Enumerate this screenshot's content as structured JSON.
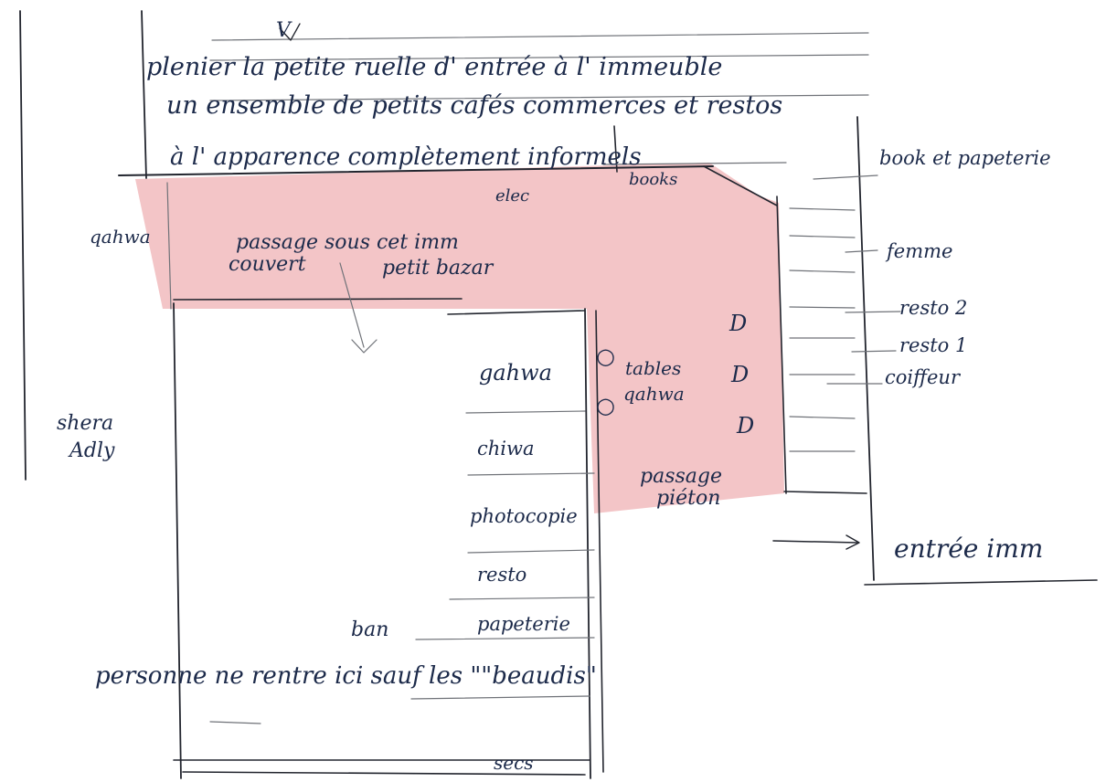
{
  "colors": {
    "highlight": "#f2c2c4",
    "ink": "#1c2a4a",
    "pencil": "#6f7278"
  },
  "header_note": {
    "arrow_mark": "V",
    "line1": "plenier la petite ruelle d' entrée à l' immeuble",
    "line2": "un ensemble de petits cafés commerces et restos",
    "line3": "à l' apparence complètement informels"
  },
  "passage": {
    "line1": "passage sous cet imm",
    "line2": "couvert",
    "line3": "petit bazar",
    "elec": "elec",
    "books": "books"
  },
  "left_labels": {
    "qahwa": "qahwa",
    "shera": "shera",
    "adly": "Adly"
  },
  "column_labels": [
    "gahwa",
    "chiwa",
    "photocopie",
    "resto",
    "papeterie"
  ],
  "tables": {
    "line1": "tables",
    "line2": "qahwa",
    "circle_icon": "○",
    "chair_icon": "D"
  },
  "pedestrian": {
    "line1": "passage",
    "line2": "piéton"
  },
  "right_labels": [
    "book et papeterie",
    "femme",
    "resto 2",
    "resto 1",
    "coiffeur"
  ],
  "entry": "entrée imm",
  "bottom_note": {
    "ban": "ban",
    "sentence": "personne ne rentre ici sauf les \"\"beaudis\"",
    "secs": "secs"
  }
}
